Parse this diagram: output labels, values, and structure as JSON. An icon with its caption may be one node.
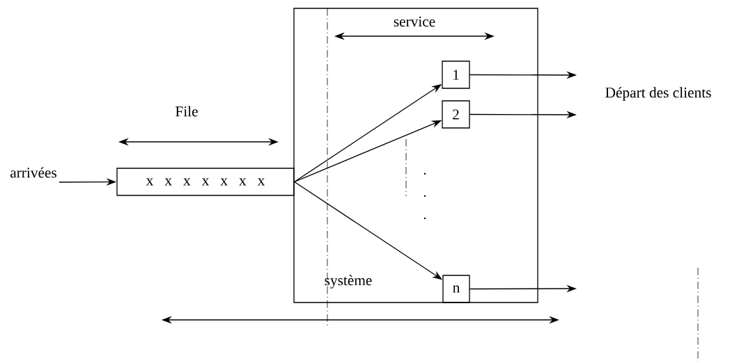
{
  "diagram": {
    "nodes": [
      {
        "text": [
          "x x x x x x x"
        ]
      },
      {
        "text": [],
        "shape": "box"
      },
      {
        "text": [
          "1"
        ],
        "in": 1
      },
      {
        "text": [
          "2"
        ],
        "in": 1
      },
      {
        "text": [
          "n"
        ],
        "in": 1
      }
    ],
    "edges": [
      {
        "from": null,
        "to": 0,
        "arrow": "to",
        "label": "arrivées"
      },
      {
        "from": 0,
        "to": 2,
        "arrow": "to"
      },
      {
        "from": 0,
        "to": 3,
        "arrow": "to"
      },
      {
        "from": 0,
        "to": 4,
        "arrow": "to"
      },
      {
        "from": 2,
        "to": null,
        "arrow": "to"
      },
      {
        "from": 3,
        "to": null,
        "arrow": "to"
      },
      {
        "from": 4,
        "to": null,
        "arrow": "to"
      }
    ],
    "labels": [
      "service",
      "Départ des clients",
      "File",
      "système"
    ]
  }
}
